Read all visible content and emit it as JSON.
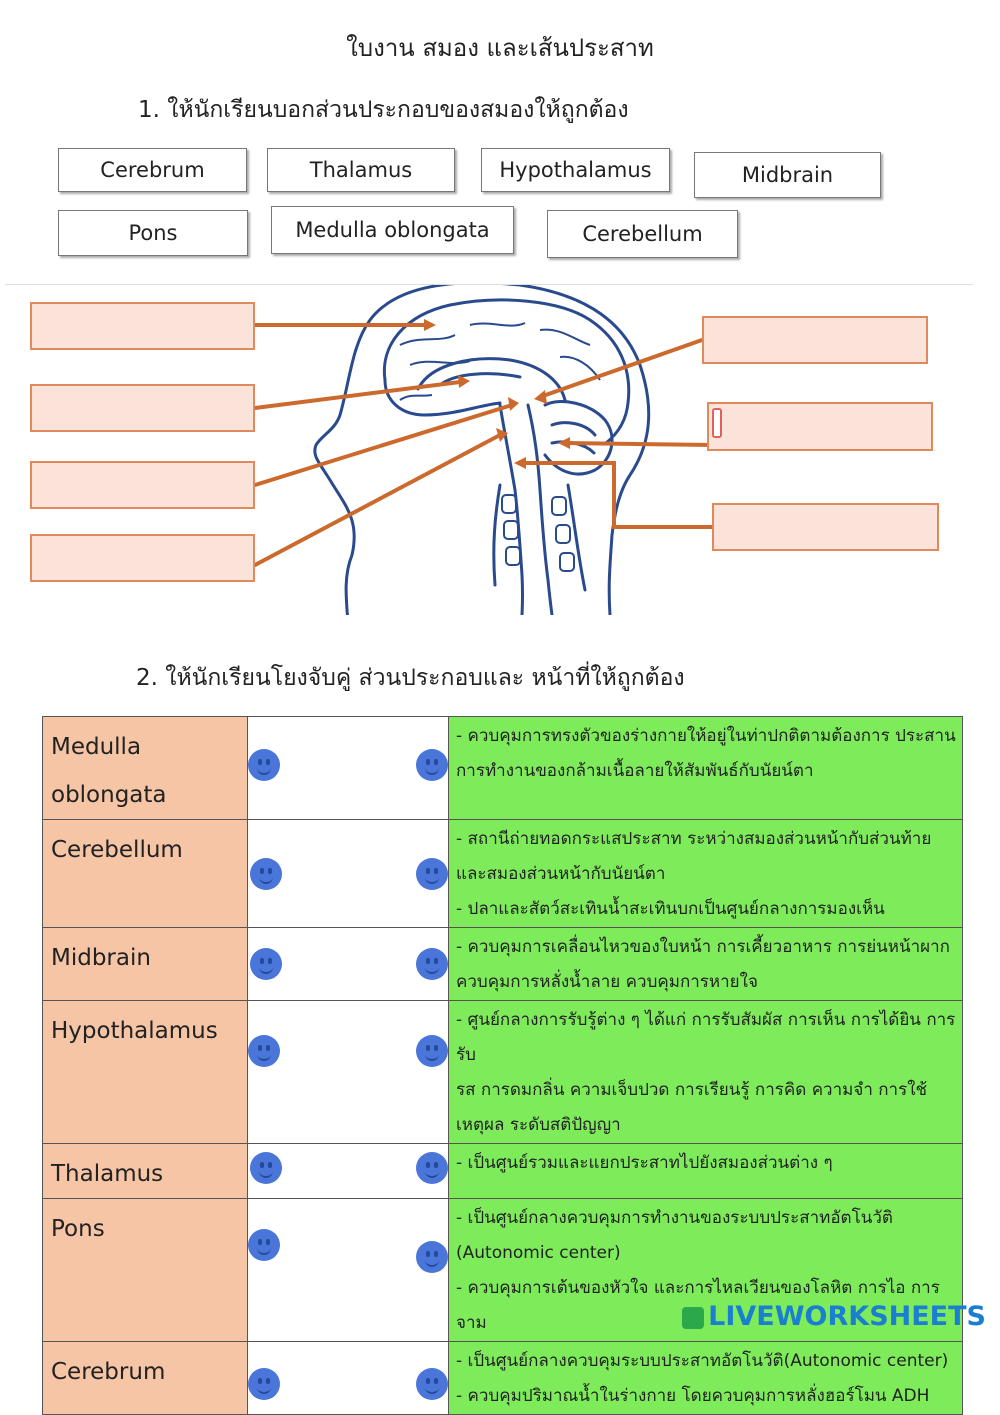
{
  "title": "ใบงาน สมอง และเส้นประสาท",
  "q1": "1. ให้นักเรียนบอกส่วนประกอบของสมองให้ถูกต้อง",
  "word_bank": [
    "Cerebrum",
    "Thalamus",
    "Hypothalamus",
    "Midbrain",
    "Pons",
    "Medulla oblongata",
    "Cerebellum"
  ],
  "q2": "2. ให้นักเรียนโยงจับคู่ ส่วนประกอบและ หน้าที่ให้ถูกต้อง",
  "matching": [
    {
      "part": [
        "Medulla",
        "oblongata"
      ],
      "func": [
        "- ควบคุมการทรงตัวของร่างกายให้อยู่ในท่าปกติตามต้องการ ประสาน",
        "การทำงานของกล้ามเนื้อลายให้สัมพันธ์กับนัยน์ตา"
      ]
    },
    {
      "part": [
        "Cerebellum"
      ],
      "func": [
        "- สถานีถ่ายทอดกระแสประสาท ระหว่างสมองส่วนหน้ากับส่วนท้าย",
        "และสมองส่วนหน้ากับนัยน์ตา",
        "- ปลาและสัตว์สะเทินน้ำสะเทินบกเป็นศูนย์กลางการมองเห็น"
      ]
    },
    {
      "part": [
        "Midbrain"
      ],
      "func": [
        "- ควบคุมการเคลื่อนไหวของใบหน้า การเคี้ยวอาหาร การย่นหน้าผาก",
        "ควบคุมการหลั่งน้ำลาย ควบคุมการหายใจ"
      ]
    },
    {
      "part": [
        "Hypothalamus"
      ],
      "func": [
        "- ศูนย์กลางการรับรู้ต่าง ๆ ได้แก่ การรับสัมผัส การเห็น การได้ยิน การรับ",
        "รส การดมกลิ่น ความเจ็บปวด การเรียนรู้ การคิด ความจำ การใช้",
        "เหตุผล ระดับสติปัญญา"
      ]
    },
    {
      "part": [
        "Thalamus"
      ],
      "func": [
        "- เป็นศูนย์รวมและแยกประสาทไปยังสมองส่วนต่าง ๆ"
      ]
    },
    {
      "part": [
        "Pons"
      ],
      "func": [
        "- เป็นศูนย์กลางควบคุมการทำงานของระบบประสาทอัตโนวัติ",
        "(Autonomic center)",
        "- ควบคุมการเต้นของหัวใจ และการไหลเวียนของโลหิต การไอ การจาม"
      ]
    },
    {
      "part": [
        "Cerebrum"
      ],
      "func": [
        "- เป็นศูนย์กลางควบคุมระบบประสาทอัตโนวัติ(Autonomic center)",
        "- ควบคุมปริมาณน้ำในร่างกาย โดยควบคุมการหลั่งฮอร์โมน ADH"
      ]
    }
  ],
  "brand": "LIVEWORKSHEETS",
  "colors": {
    "drop_fill": "#fbe3d9",
    "drop_border": "#e08a5c",
    "part_fill": "#f6c5a6",
    "func_fill": "#7eec5a",
    "dot": "#4a76d9",
    "arrow": "#cc6a2e"
  }
}
